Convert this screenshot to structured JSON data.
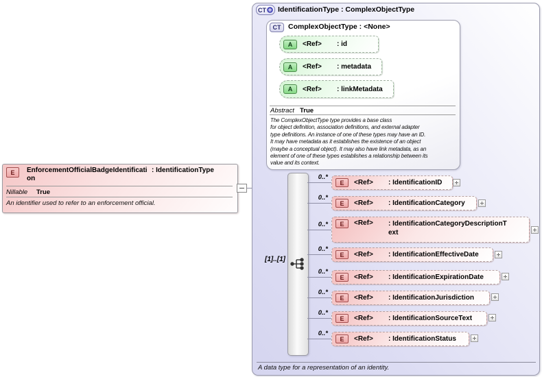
{
  "element": {
    "badge": "E",
    "name": "EnforcementOfficialBadgeIdentification",
    "type_suffix": ": IdentificationType",
    "nillable_label": "Nillable",
    "nillable_value": "True",
    "description": "An identifier used to refer to an enforcement official."
  },
  "type_box": {
    "badge": "CT",
    "title": "IdentificationType : ComplexObjectType",
    "footer": "A data type for a representation of an identity.",
    "base": {
      "badge": "CT",
      "title": "ComplexObjectType : <None>",
      "abstract_label": "Abstract",
      "abstract_value": "True",
      "description": "The ComplexObjectType type provides a base class\nfor object definition, association definitions, and external adapter\ntype definitions. An instance of one of these types may have an ID.\nIt may have metadata as it establishes the existence of an object\n(maybe a conceptual object). It may also have link metadata, as an\nelement of one of these types establishes a relationship between its\nvalue and its context.",
      "attributes": [
        {
          "badge": "A",
          "ref": "<Ref>",
          "name": ": id"
        },
        {
          "badge": "A",
          "ref": "<Ref>",
          "name": ": metadata"
        },
        {
          "badge": "A",
          "ref": "<Ref>",
          "name": ": linkMetadata"
        }
      ]
    },
    "sequence": {
      "cardinality": "[1]..[1]",
      "elements": [
        {
          "badge": "E",
          "ref": "<Ref>",
          "name": ": IdentificationID",
          "occurs": "0..*"
        },
        {
          "badge": "E",
          "ref": "<Ref>",
          "name": ": IdentificationCategory",
          "occurs": "0..*"
        },
        {
          "badge": "E",
          "ref": "<Ref>",
          "name": ": IdentificationCategoryDescriptionText",
          "occurs": "0..*"
        },
        {
          "badge": "E",
          "ref": "<Ref>",
          "name": ": IdentificationEffectiveDate",
          "occurs": "0..*"
        },
        {
          "badge": "E",
          "ref": "<Ref>",
          "name": ": IdentificationExpirationDate",
          "occurs": "0..*"
        },
        {
          "badge": "E",
          "ref": "<Ref>",
          "name": ": IdentificationJurisdiction",
          "occurs": "0..*"
        },
        {
          "badge": "E",
          "ref": "<Ref>",
          "name": ": IdentificationSourceText",
          "occurs": "0..*"
        },
        {
          "badge": "E",
          "ref": "<Ref>",
          "name": ": IdentificationStatus",
          "occurs": "0..*"
        }
      ]
    }
  },
  "colors": {
    "type_lavender": "#dcdcf3",
    "element_pink": "#f4bfbf",
    "attribute_green": "#d5f5d5",
    "connector": "#8f8fa6"
  }
}
